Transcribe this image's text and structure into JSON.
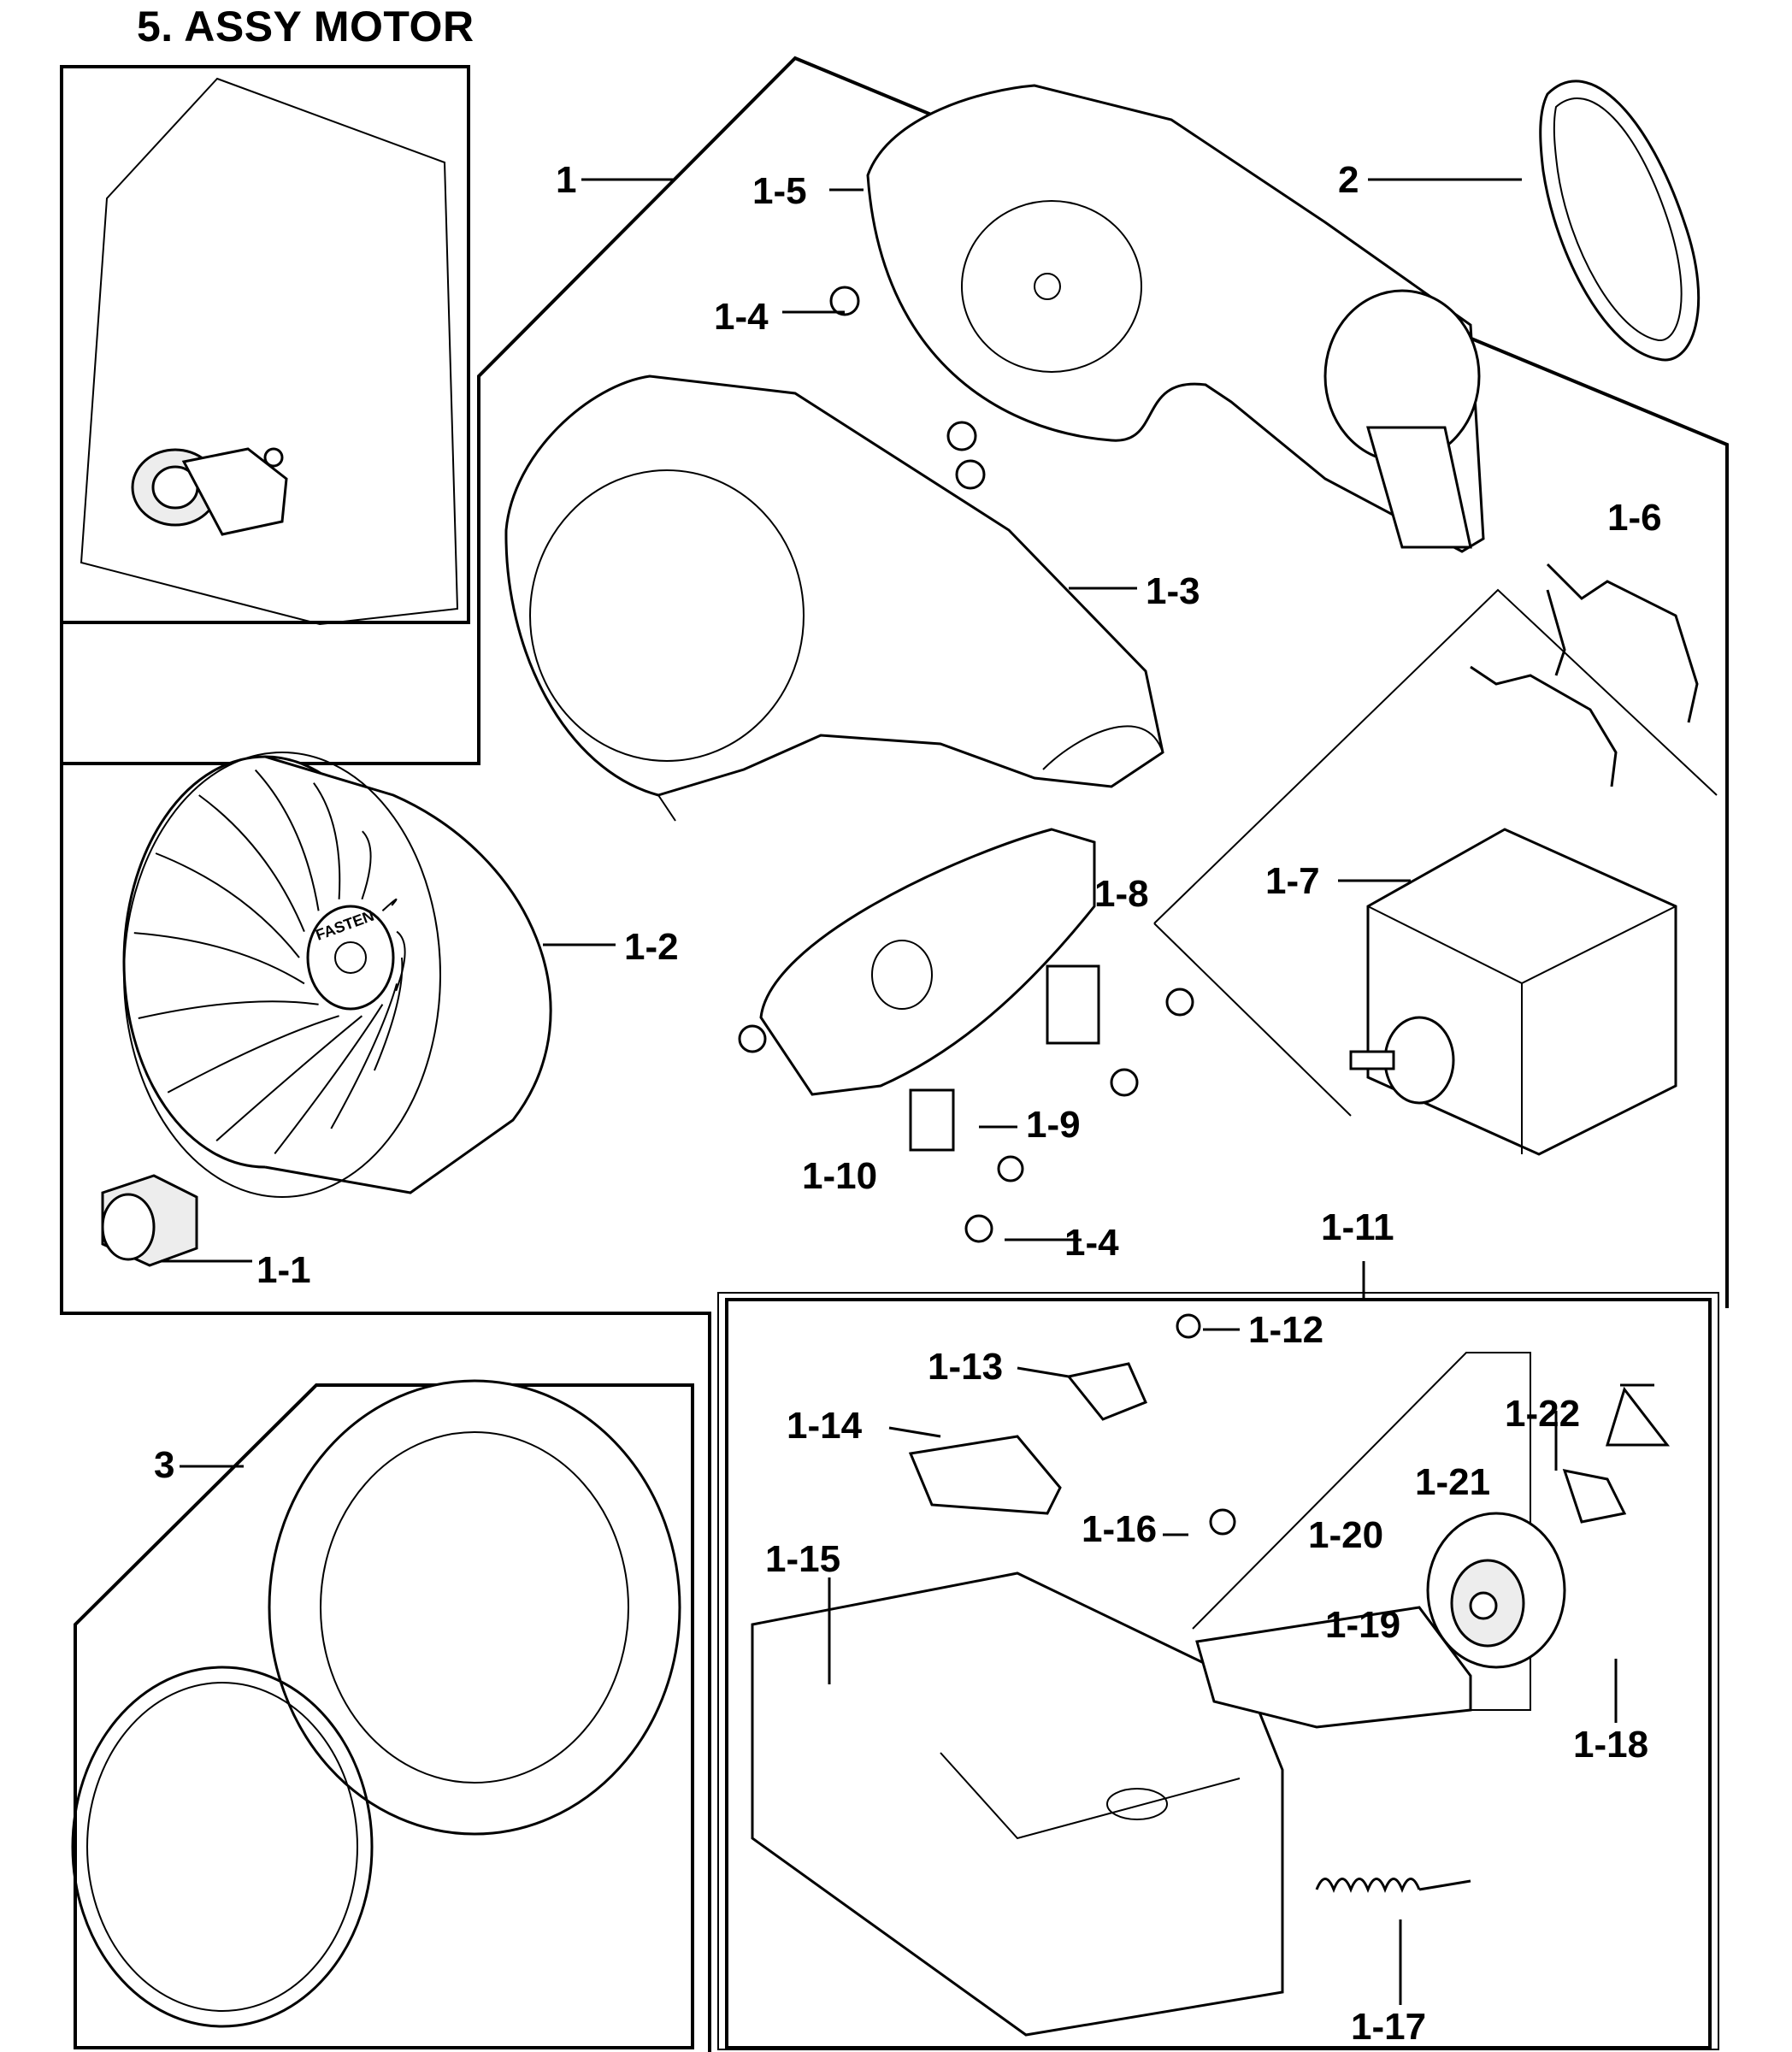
{
  "title": "5. ASSY MOTOR",
  "labels": {
    "l1": "1",
    "l2": "2",
    "l3": "3",
    "l1_1": "1-1",
    "l1_2": "1-2",
    "l1_3": "1-3",
    "l1_4a": "1-4",
    "l1_4b": "1-4",
    "l1_5": "1-5",
    "l1_6": "1-6",
    "l1_7": "1-7",
    "l1_8": "1-8",
    "l1_9": "1-9",
    "l1_10": "1-10",
    "l1_11": "1-11",
    "l1_12": "1-12",
    "l1_13": "1-13",
    "l1_14": "1-14",
    "l1_15": "1-15",
    "l1_16": "1-16",
    "l1_17": "1-17",
    "l1_18": "1-18",
    "l1_19": "1-19",
    "l1_20": "1-20",
    "l1_21": "1-21",
    "l1_22": "1-22"
  },
  "icons": {
    "fan_hub_text": "FASTEN"
  }
}
